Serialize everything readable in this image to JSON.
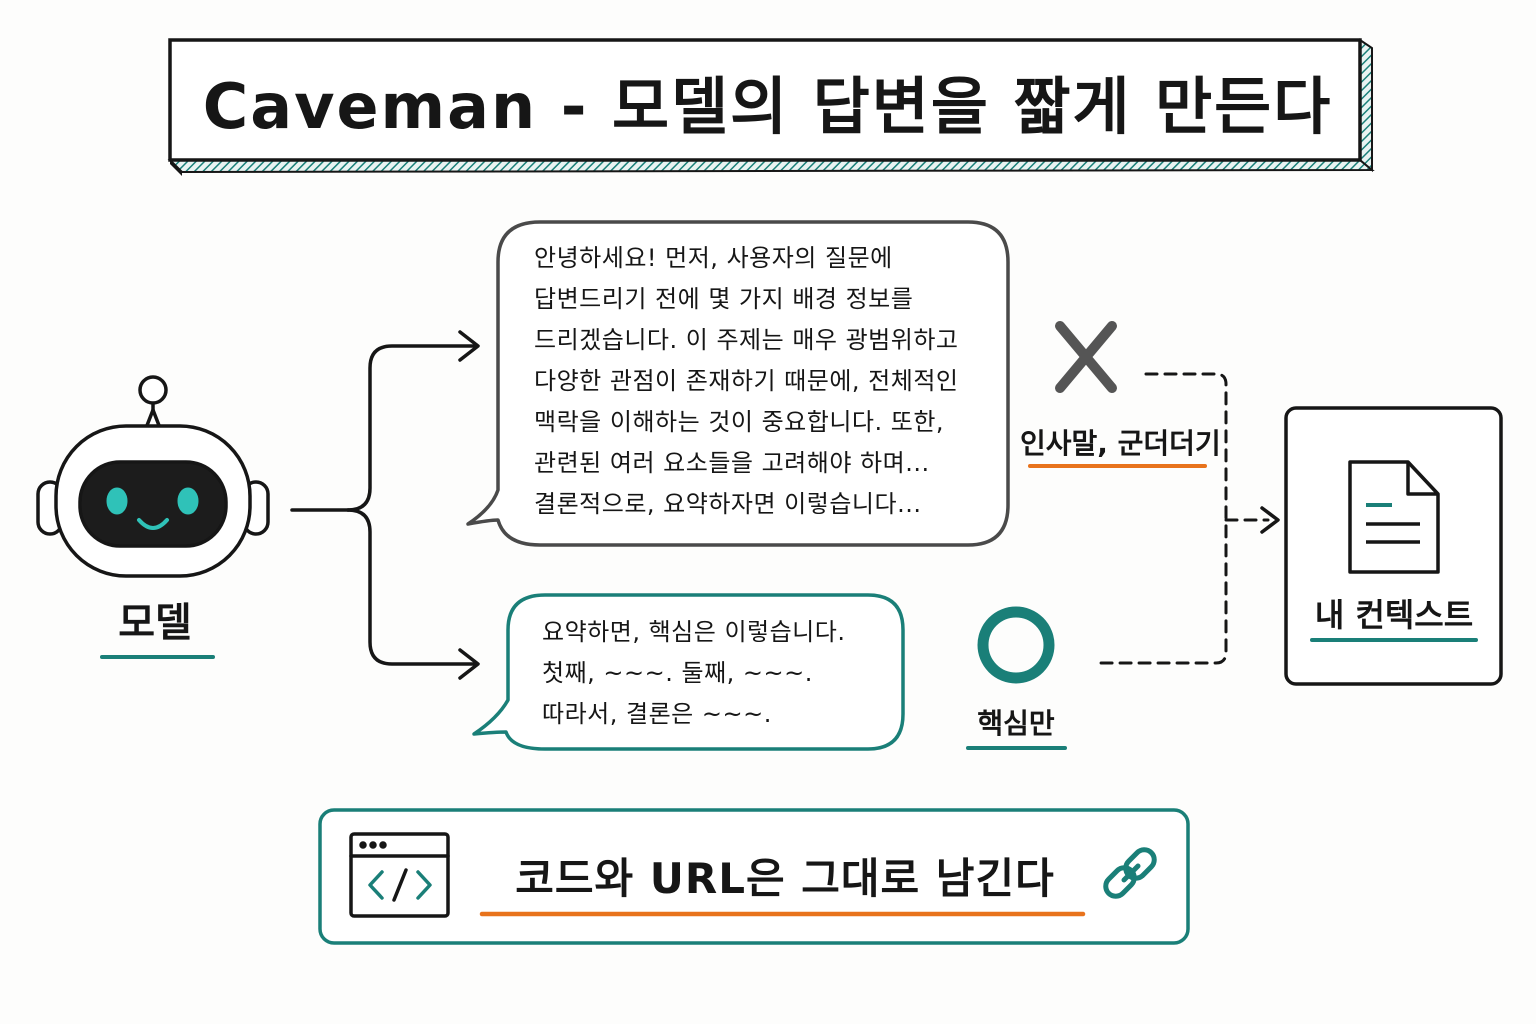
{
  "title": "Caveman - 모델의 답변을 짧게 만든다",
  "model": {
    "label": "모델"
  },
  "verbose_answer": {
    "lines": [
      "안녕하세요! 먼저, 사용자의 질문에",
      "답변드리기 전에 몇 가지 배경 정보를",
      "드리겠습니다. 이 주제는 매우 광범위하고",
      "다양한 관점이 존재하기 때문에, 전체적인",
      "맥락을 이해하는 것이 중요합니다. 또한,",
      "관련된 여러 요소들을 고려해야 하며...",
      "결론적으로, 요약하자면 이렇습니다..."
    ],
    "tag": "인사말, 군더더기"
  },
  "concise_answer": {
    "lines": [
      "요약하면, 핵심은 이렇습니다.",
      "첫째, ~~~. 둘째, ~~~.",
      "따라서, 결론은 ~~~."
    ],
    "tag": "핵심만"
  },
  "context": {
    "label": "내 컨텍스트"
  },
  "bottom_banner": {
    "label": "코드와 URL은 그대로 남긴다"
  },
  "colors": {
    "teal": "#1a7f78",
    "orange": "#e8731c",
    "ink": "#161616",
    "gray": "#555555"
  },
  "icons": [
    "robot-icon",
    "x-mark-icon",
    "circle-mark-icon",
    "document-icon",
    "code-window-icon",
    "link-icon"
  ]
}
